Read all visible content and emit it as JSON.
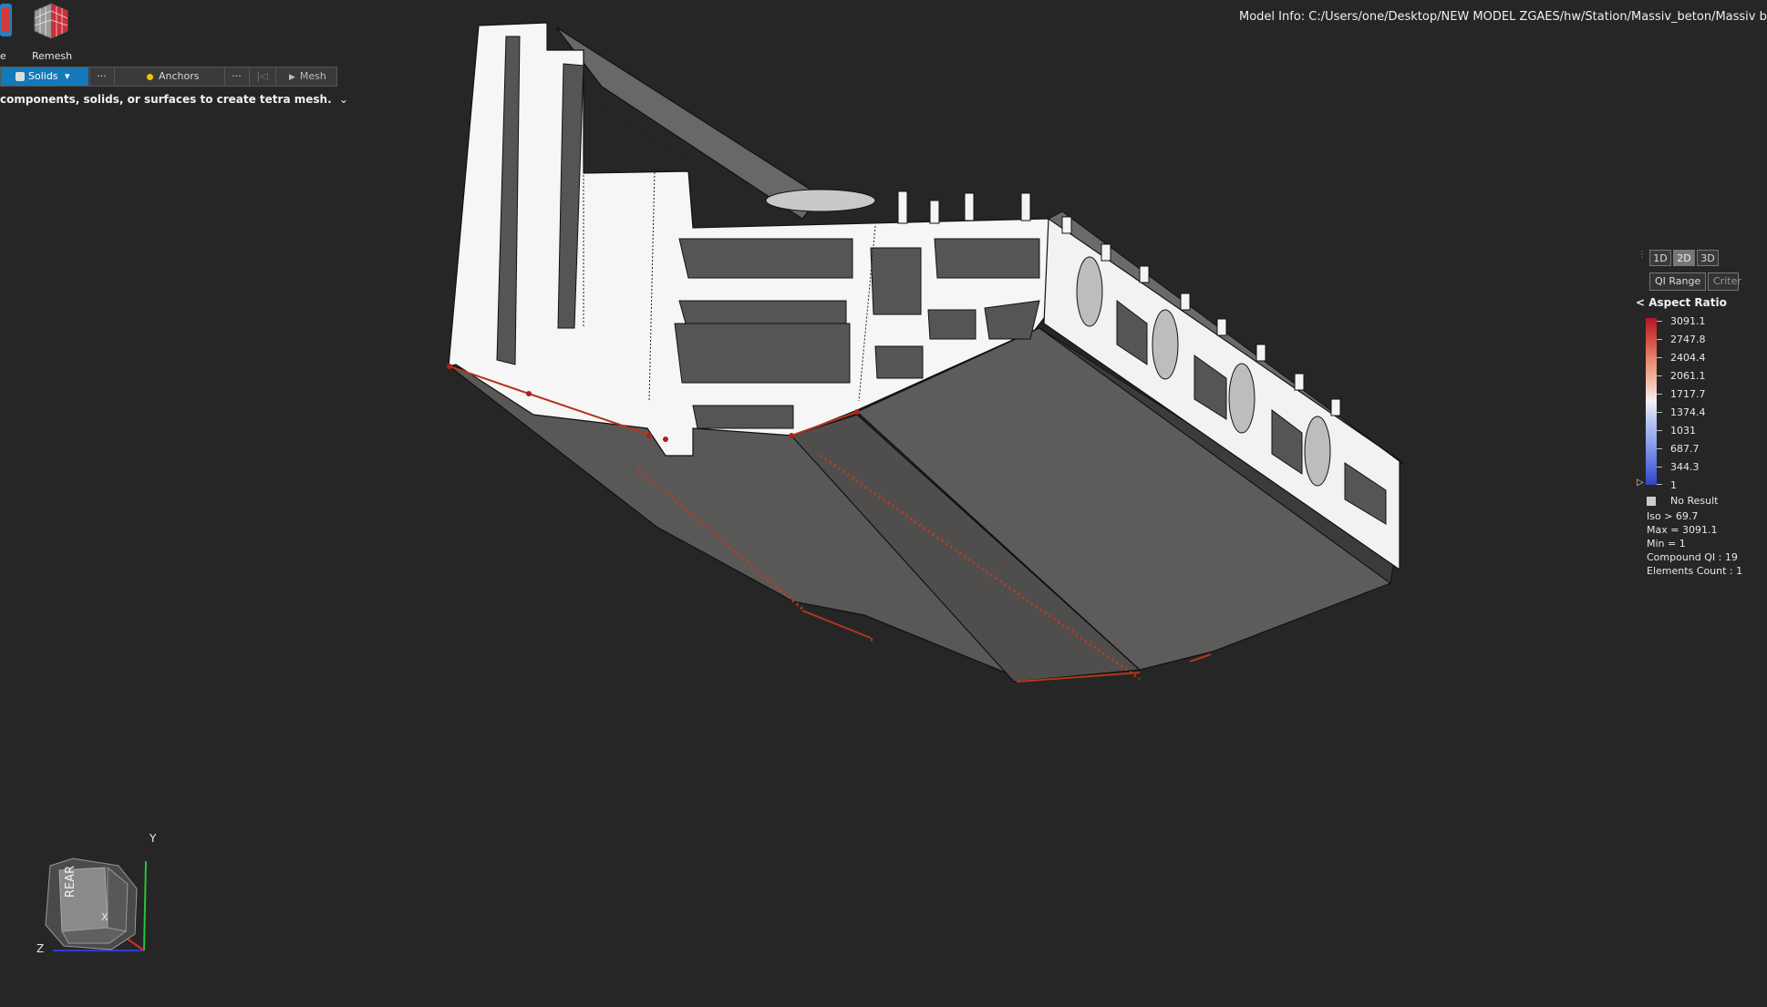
{
  "ribbon": {
    "tool_partial_label": "e",
    "remesh_label": "Remesh"
  },
  "guide_bar": {
    "solids_label": "Solids",
    "more1": "···",
    "anchors_label": "Anchors",
    "more2": "···",
    "mesh_label": "Mesh"
  },
  "hint_text": "components, solids, or surfaces to create tetra mesh.",
  "model_info": "Model Info: C:/Users/one/Desktop/NEW MODEL ZGAES/hw/Station/Massiv_beton/Massiv b",
  "qi_panel": {
    "dims": [
      "1D",
      "2D",
      "3D"
    ],
    "tab_range": "QI Range",
    "tab_criteria": "Criter",
    "legend_title": "< Aspect Ratio",
    "values": [
      "3091.1",
      "2747.8",
      "2404.4",
      "2061.1",
      "1717.7",
      "1374.4",
      "1031",
      "687.7",
      "344.3",
      "1"
    ],
    "no_result": "No Result",
    "iso": "Iso > 69.7",
    "max": "Max = 3091.1",
    "min": "Min =   1",
    "compound": "Compound QI : 19",
    "elements": "Elements Count : 1"
  },
  "nav_cube": {
    "face_label": "REAR",
    "axis_y": "Y",
    "axis_z": "Z",
    "axis_x": "X"
  },
  "colors": {
    "background": "#262626",
    "accent": "#1479b8",
    "highlight_edge": "#b4361c"
  }
}
